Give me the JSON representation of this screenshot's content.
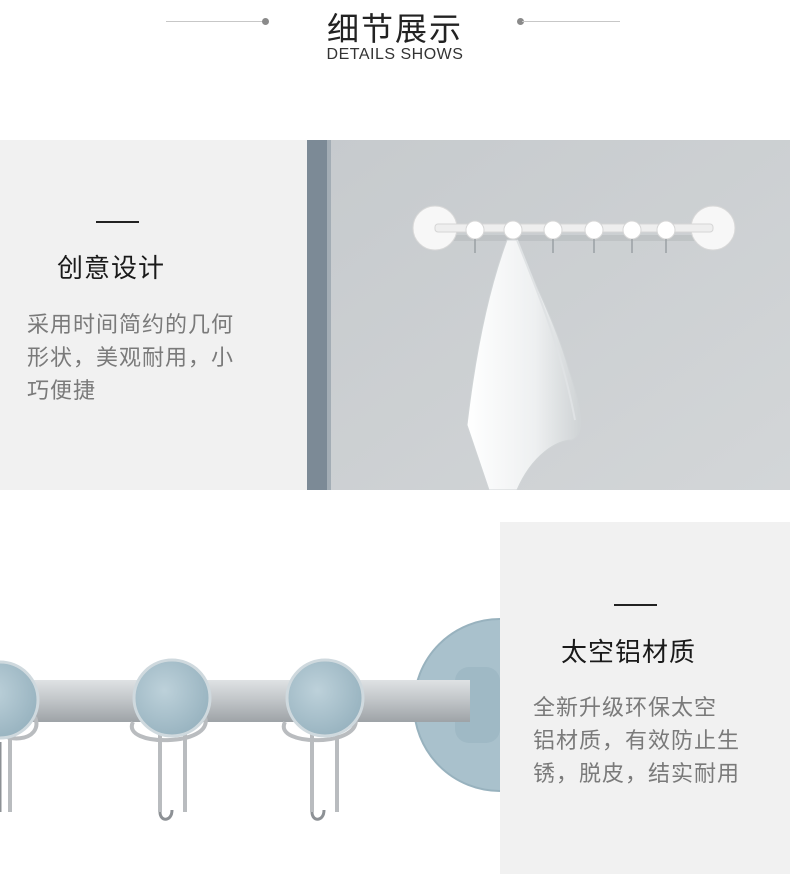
{
  "header": {
    "title_cn": "细节展示",
    "title_en": "DETAILS SHOWS"
  },
  "section1": {
    "heading": "创意设计",
    "lines": [
      "采用时间简约的几何",
      "形状，美观耐用，小",
      "巧便捷"
    ],
    "image_icon": "wall-hook-rack-with-towel-photo"
  },
  "section2": {
    "heading": "太空铝材质",
    "lines": [
      "全新升级环保太空",
      "铝材质，有效防止生",
      "锈，脱皮，结实耐用"
    ],
    "image_icon": "hook-closeup-photo"
  },
  "colors": {
    "panel_bg": "#f1f1f1",
    "wall": "#c9cdd1",
    "hook_blue": "#a9c1cc"
  }
}
